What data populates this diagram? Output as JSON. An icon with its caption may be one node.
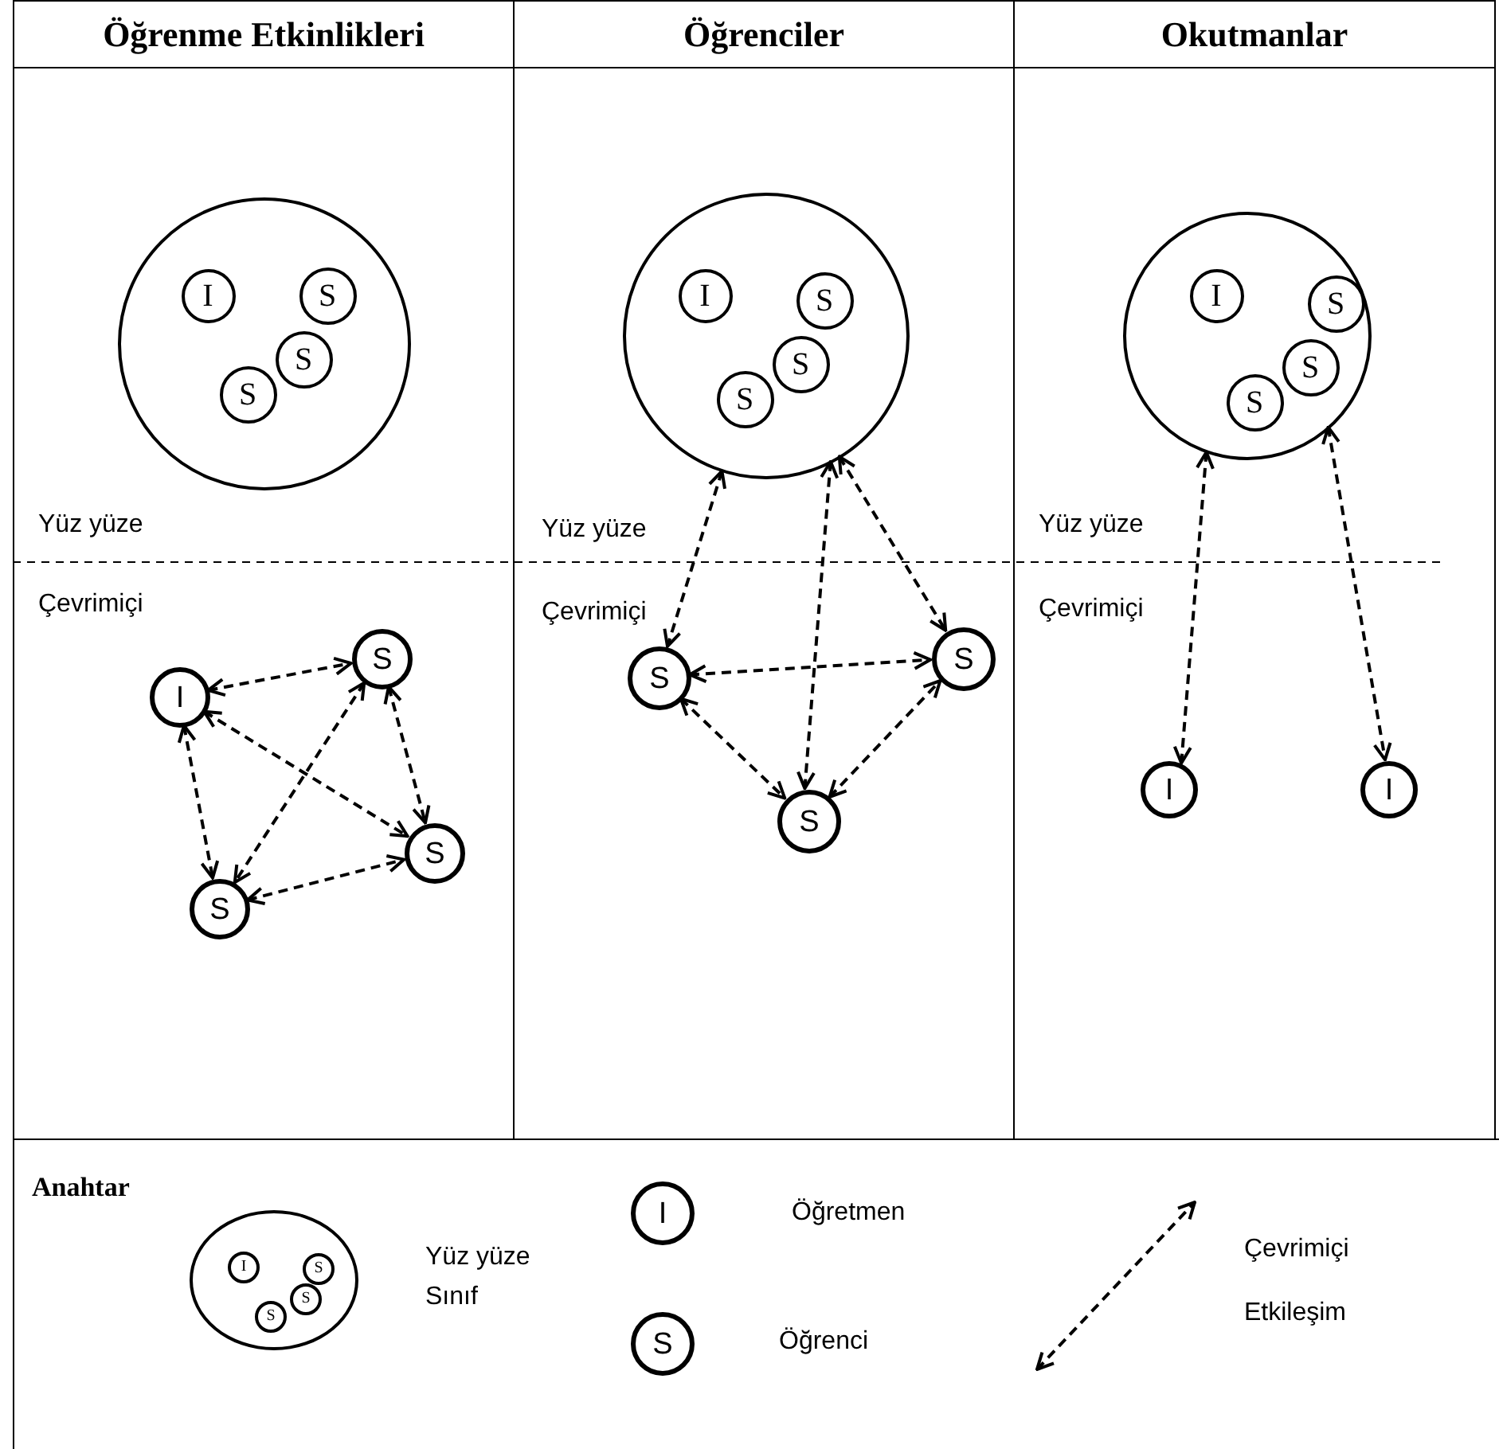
{
  "diagram": {
    "nodes": [
      {
        "text": [
          "Öğrenme Etkinlikleri"
        ]
      },
      {
        "text": [],
        "shape": "circle",
        "in": 0
      },
      {
        "text": [
          "I"
        ],
        "in": 1
      },
      {
        "text": [
          "S"
        ],
        "in": 1
      },
      {
        "text": [
          "S"
        ],
        "in": 1
      },
      {
        "text": [
          "S"
        ],
        "in": 1
      },
      {
        "text": [
          "I"
        ],
        "in": 0
      },
      {
        "text": [
          "S"
        ],
        "in": 0
      },
      {
        "text": [
          "S"
        ],
        "in": 0
      },
      {
        "text": [
          "S"
        ],
        "in": 0
      },
      {
        "text": [
          "Öğrenciler"
        ]
      },
      {
        "text": [],
        "shape": "circle",
        "in": 10
      },
      {
        "text": [
          "I"
        ],
        "in": 11
      },
      {
        "text": [
          "S"
        ],
        "in": 11
      },
      {
        "text": [
          "S"
        ],
        "in": 11
      },
      {
        "text": [
          "S"
        ],
        "in": 11
      },
      {
        "text": [
          "S"
        ],
        "in": 10
      },
      {
        "text": [
          "S"
        ],
        "in": 10
      },
      {
        "text": [
          "S"
        ],
        "in": 10
      },
      {
        "text": [
          "Okutmanlar"
        ]
      },
      {
        "text": [],
        "shape": "circle",
        "in": 19
      },
      {
        "text": [
          "I"
        ],
        "in": 20
      },
      {
        "text": [
          "S"
        ],
        "in": 20
      },
      {
        "text": [
          "S"
        ],
        "in": 20
      },
      {
        "text": [
          "S"
        ],
        "in": 20
      },
      {
        "text": [
          "I"
        ],
        "in": 19
      },
      {
        "text": [
          "I"
        ],
        "in": 19
      },
      {
        "text": [
          "Anahtar"
        ]
      },
      {
        "text": [],
        "shape": "ellipse",
        "in": 27,
        "beside": [
          "Yüz yüze Sınıf"
        ]
      },
      {
        "text": [
          "I"
        ],
        "in": 28
      },
      {
        "text": [
          "S"
        ],
        "in": 28
      },
      {
        "text": [
          "S"
        ],
        "in": 28
      },
      {
        "text": [
          "S"
        ],
        "in": 28
      },
      {
        "text": [
          "I"
        ],
        "in": 27,
        "beside": [
          "Öğretmen"
        ]
      },
      {
        "text": [
          "S"
        ],
        "in": 27,
        "beside": [
          "Öğrenci"
        ]
      }
    ],
    "edges": [
      {
        "from": 6,
        "to": 7,
        "arrow": "both"
      },
      {
        "from": 6,
        "to": 8,
        "arrow": "both"
      },
      {
        "from": 6,
        "to": 9,
        "arrow": "both"
      },
      {
        "from": 7,
        "to": 9,
        "arrow": "both"
      },
      {
        "from": 7,
        "to": 8,
        "arrow": "both"
      },
      {
        "from": 9,
        "to": 8,
        "arrow": "both"
      },
      {
        "from": 11,
        "to": 16,
        "arrow": "both"
      },
      {
        "from": 11,
        "to": 18,
        "arrow": "both"
      },
      {
        "from": 11,
        "to": 17,
        "arrow": "both"
      },
      {
        "from": 16,
        "to": 17,
        "arrow": "both"
      },
      {
        "from": 16,
        "to": 18,
        "arrow": "both"
      },
      {
        "from": 18,
        "to": 17,
        "arrow": "both"
      },
      {
        "from": 20,
        "to": 25,
        "arrow": "both"
      },
      {
        "from": 20,
        "to": 26,
        "arrow": "both"
      }
    ],
    "labels": [
      "Yüz yüze",
      "Yüz yüze",
      "Yüz yüze",
      "Çevrimiçi",
      "Çevrimiçi",
      "Çevrimiçi"
    ],
    "legend": [
      {
        "text": "Çevrimiçi Etkileşim"
      }
    ]
  }
}
